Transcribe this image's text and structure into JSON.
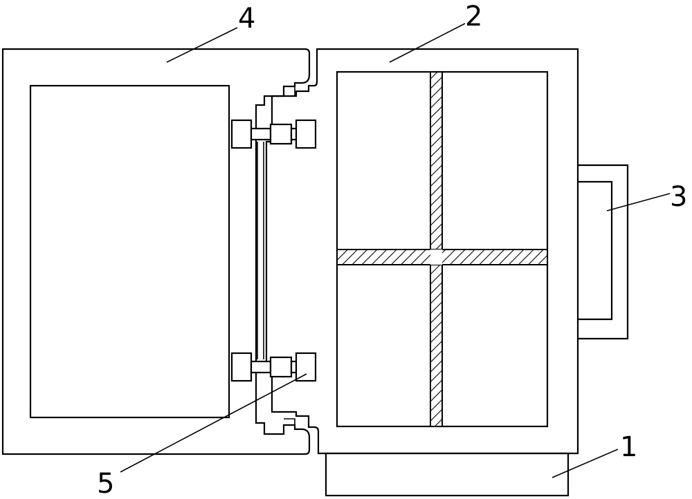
{
  "callouts": {
    "c1": "1",
    "c2": "2",
    "c3": "3",
    "c4": "4",
    "c5": "5"
  },
  "colors": {
    "stroke": "#000000",
    "background": "#ffffff"
  }
}
